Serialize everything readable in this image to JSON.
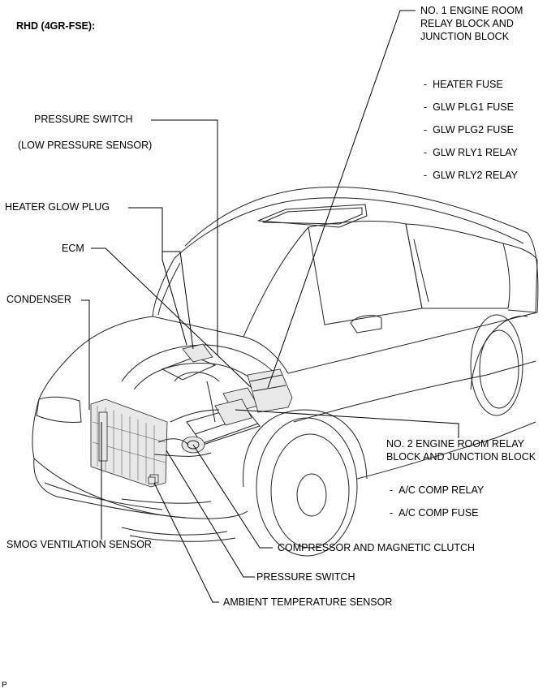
{
  "diagram": {
    "title": "RHD (4GR-FSE):",
    "labels": {
      "no1_engine_room_relay": [
        "NO. 1 ENGINE ROOM",
        "RELAY BLOCK AND",
        "JUNCTION BLOCK"
      ],
      "no1_items": [
        "HEATER FUSE",
        "GLW PLG1 FUSE",
        "GLW PLG2 FUSE",
        "GLW RLY1 RELAY",
        "GLW RLY2 RELAY"
      ],
      "pressure_switch_top": "PRESSURE SWITCH",
      "low_pressure_sensor": "(LOW PRESSURE SENSOR)",
      "heater_glow_plug": "HEATER GLOW  PLUG",
      "ecm": "ECM",
      "condenser": "CONDENSER",
      "no2_engine_room_relay": [
        "NO. 2 ENGINE ROOM RELAY",
        "BLOCK AND JUNCTION BLOCK"
      ],
      "no2_items": [
        "A/C COMP RELAY",
        "A/C COMP FUSE"
      ],
      "smog_ventilation_sensor": "SMOG VENTILATION SENSOR",
      "compressor_magnetic_clutch": "COMPRESSOR AND MAGNETIC CLUTCH",
      "pressure_switch_bottom": "PRESSURE SWITCH",
      "ambient_temperature_sensor": "AMBIENT TEMPERATURE SENSOR",
      "corner_mark": "P"
    },
    "dash": "-"
  }
}
